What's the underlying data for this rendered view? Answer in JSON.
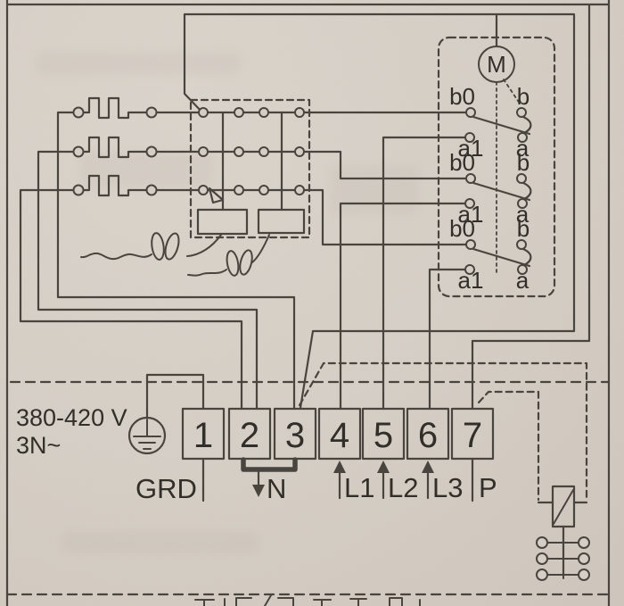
{
  "supply": {
    "voltage": "380-420 V",
    "system": "3N~"
  },
  "motor_label": "M",
  "contact_rows": [
    {
      "b0": "b0",
      "b": "b",
      "a1": "a1",
      "a": "a"
    },
    {
      "b0": "b0",
      "b": "b",
      "a1": "a1",
      "a": "a"
    },
    {
      "b0": "b0",
      "b": "b",
      "a1": "a1",
      "a": "a"
    }
  ],
  "terminals": {
    "numbers": [
      "1",
      "2",
      "3",
      "4",
      "5",
      "6",
      "7"
    ],
    "ground": "GRD",
    "neutral": "N",
    "line1": "L1",
    "line2": "L2",
    "line3": "L3",
    "pilot": "P"
  },
  "symbols": {
    "ground": "earth-ground-symbol",
    "motor": "timer-motor-symbol",
    "heating_elements": "resistive-element-symbol",
    "contactor_coils": "contactor-coil-boxes",
    "limiter": "limiter-box-symbol",
    "connector": "three-pole-connector-symbol"
  },
  "colors": {
    "ink": "#45403a",
    "text": "#2d2924",
    "paper": "#d6cfc6"
  }
}
